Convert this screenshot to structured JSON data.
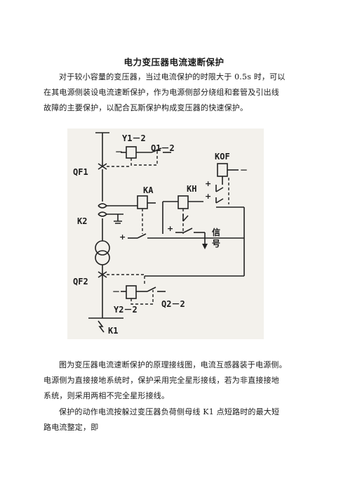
{
  "doc": {
    "title": "电力变压器电流速断保护",
    "para1": [
      "对于较小容量的变压器，当过电流保护的时限大于 0.5s 时，可以",
      "在其电源侧装设电流速断保护，作为电源侧部分绕组和套管及引出线",
      "故障的主要保护，以配合瓦斯保护构成变压器的快速保护。"
    ],
    "para2": [
      "图为变压器电流速断保护的原理接线图，电流互感器装于电源侧。",
      "电源侧为直接接地系统时，保护采用完全星形接线，若为非直接接地",
      "系统，则采用两相不完全星形接线。"
    ],
    "para3": [
      "保护的动作电流按躲过变压器负荷侧母线 K1 点短路时的最大短",
      "路电流整定，即"
    ]
  },
  "figure": {
    "labels": {
      "y1": "Y1－2",
      "q1": "Q1－2",
      "qf1": "QF1",
      "ka": "KA",
      "kof": "KOF",
      "kh": "KH",
      "k2": "K2",
      "signal_top": "信",
      "signal_bottom": "号",
      "qf2": "QF2",
      "y2": "Y2－2",
      "q2": "Q2－2",
      "k1": "K1",
      "plus": "+",
      "minus": "－"
    }
  }
}
